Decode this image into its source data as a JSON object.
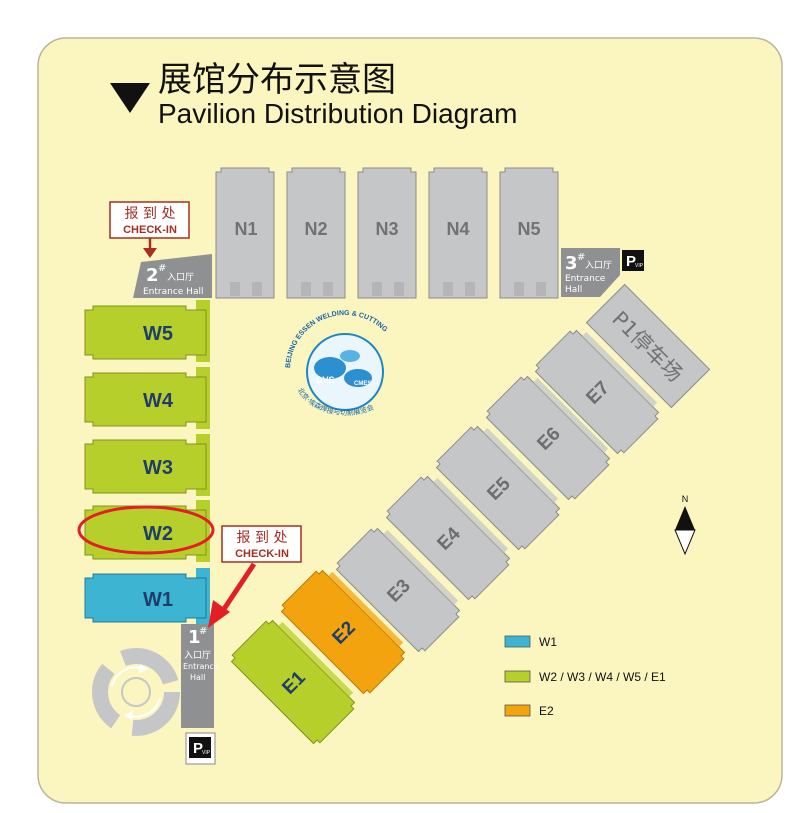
{
  "title": {
    "zh": "展馆分布示意图",
    "en": "Pavilion Distribution Diagram"
  },
  "colors": {
    "background": "#fbf6c0",
    "hall_gray": "#c4c6c8",
    "hall_blue": "#3cb4d2",
    "hall_green": "#b7cf2b",
    "hall_orange": "#f2a30d",
    "entrance_gray": "#8e9092",
    "checkin_red": "#a92d23",
    "highlight_red": "#e41e25",
    "text_gray": "#6b6e70",
    "text_navy": "#1d3d6b"
  },
  "halls": {
    "N1": "N1",
    "N2": "N2",
    "N3": "N3",
    "N4": "N4",
    "N5": "N5",
    "W1": "W1",
    "W2": "W2",
    "W3": "W3",
    "W4": "W4",
    "W5": "W5",
    "E1": "E1",
    "E2": "E2",
    "E3": "E3",
    "E4": "E4",
    "E5": "E5",
    "E6": "E6",
    "E7": "E7"
  },
  "parking_lot": "P1停车场",
  "highlighted_hall": "W2",
  "entrances": {
    "e1": {
      "num": "1",
      "mark": "#",
      "zh": "入口厅",
      "en1": "Entrance",
      "en2": "Hall"
    },
    "e2": {
      "num": "2",
      "mark": "#",
      "zh": "入口厅",
      "en": "Entrance Hall"
    },
    "e3": {
      "num": "3",
      "mark": "#",
      "zh": "入口厅",
      "en1": "Entrance",
      "en2": "Hall"
    }
  },
  "checkin": [
    {
      "zh": "报 到 处",
      "en": "CHECK-IN"
    },
    {
      "zh": "报 到 处",
      "en": "CHECK-IN"
    }
  ],
  "vip_parking": {
    "p": "P",
    "sub": "VIP"
  },
  "logo": {
    "arc_top": "BEIJING ESSEN WELDING & CUTTING",
    "arc_bottom": "北京·埃森焊接与切割展览会",
    "left": "DVS",
    "right": "CMES"
  },
  "compass": "N",
  "legend": [
    {
      "label": "W1",
      "color": "#3cb4d2"
    },
    {
      "label": "W2 / W3 / W4 / W5 / E1",
      "color": "#b7cf2b"
    },
    {
      "label": "E2",
      "color": "#f2a30d"
    }
  ]
}
